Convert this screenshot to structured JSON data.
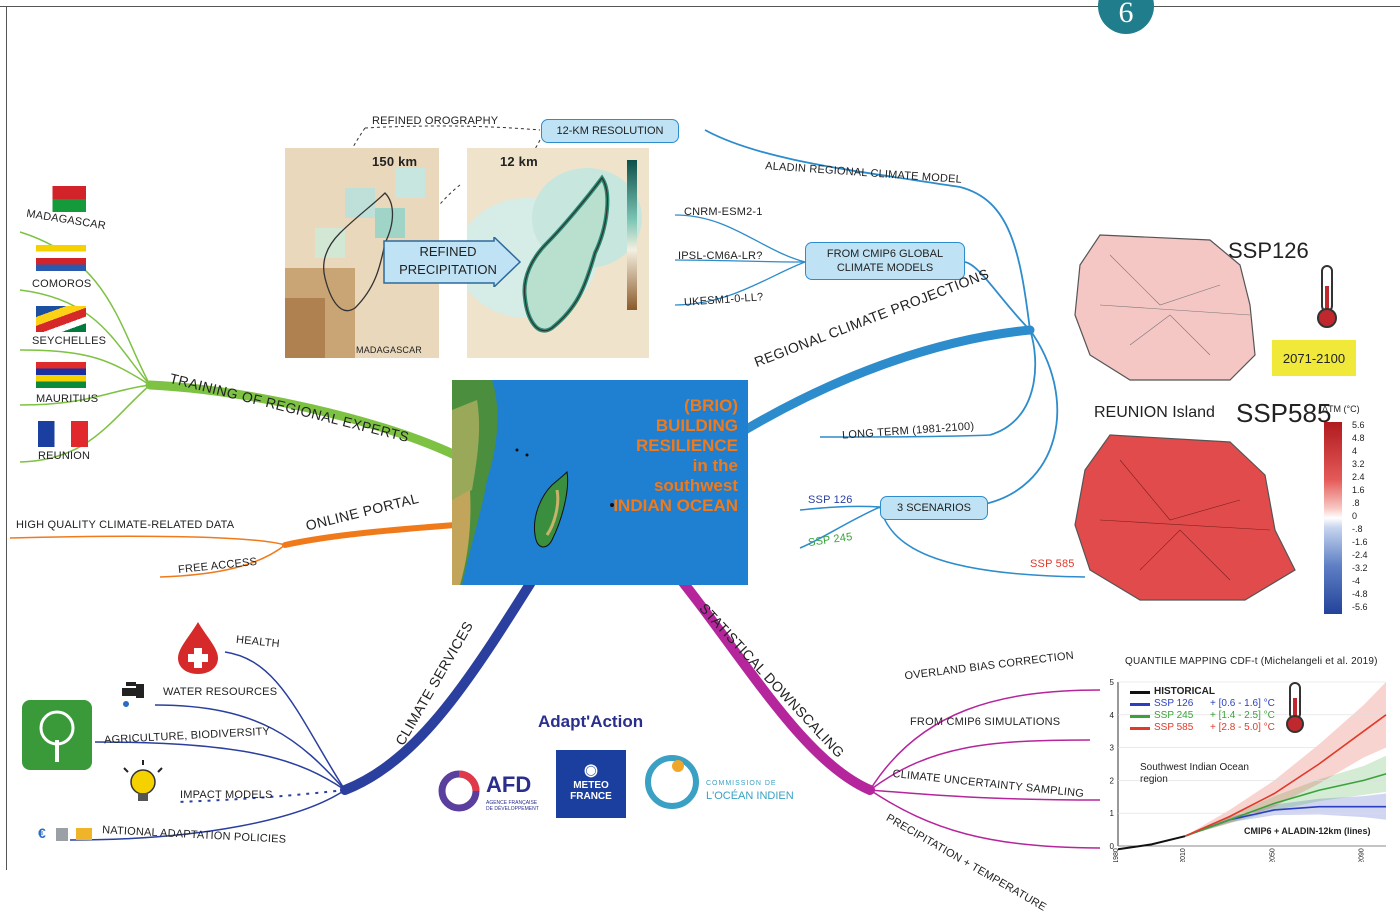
{
  "page_number": "6",
  "center": {
    "lines": [
      "(BRIO)",
      "BUILDING",
      "RESILIENCE",
      "in the",
      "southwest",
      "INDIAN OCEAN"
    ]
  },
  "top": {
    "refined_orography": "REFINED OROGRAPHY",
    "resolution_node": "12-KM RESOLUTION",
    "km150": "150 km",
    "km12": "12 km",
    "refined_precip_line1": "REFINED",
    "refined_precip_line2": "PRECIPITATION",
    "madagascar_map_label": "MADAGASCAR"
  },
  "right_top": {
    "aladin": "ALADIN REGIONAL CLIMATE MODEL",
    "gcm_node_line1": "FROM CMIP6 GLOBAL",
    "gcm_node_line2": "CLIMATE MODELS",
    "gcms": [
      "CNRM-ESM2-1",
      "IPSL-CM6A-LR?",
      "UKESM1-0-LL?"
    ],
    "projections": "REGIONAL CLIMATE PROJECTIONS",
    "long_term": "LONG TERM (1981-2100)",
    "scenarios_node": "3 SCENARIOS",
    "ssp126": "SSP 126",
    "ssp245": "SSP 245",
    "ssp585": "SSP 585"
  },
  "reunion": {
    "ssp126_title": "SSP126",
    "ssp585_title": "SSP585",
    "period": "2071-2100",
    "island_label": "REUNION Island",
    "legend_title": "ΔTM (°C)",
    "legend_ticks": [
      "5.6",
      "4.8",
      "4",
      "3.2",
      "2.4",
      "1.6",
      ".8",
      "0",
      "-.8",
      "-1.6",
      "-2.4",
      "-3.2",
      "-4",
      "-4.8",
      "-5.6"
    ]
  },
  "left": {
    "countries": [
      "MADAGASCAR",
      "COMOROS",
      "SEYCHELLES",
      "MAURITIUS",
      "REUNION"
    ],
    "training": "TRAINING OF REGIONAL EXPERTS",
    "online_portal": "ONLINE PORTAL",
    "portal_items": [
      "HIGH QUALITY CLIMATE-RELATED DATA",
      "FREE ACCESS"
    ]
  },
  "services": {
    "title": "CLIMATE SERVICES",
    "items": [
      "HEALTH",
      "WATER RESOURCES",
      "AGRICULTURE, BIODIVERSITY",
      "IMPACT MODELS",
      "NATIONAL ADAPTATION POLICIES"
    ]
  },
  "downscaling": {
    "title": "STATISTICAL DOWNSCALING",
    "items": [
      "OVERLAND BIAS CORRECTION",
      "FROM CMIP6 SIMULATIONS",
      "CLIMATE UNCERTAINTY SAMPLING",
      "PRECIPITATION + TEMPERATURE"
    ],
    "quantile": "QUANTILE MAPPING CDF-t (Michelangeli et al. 2019)"
  },
  "logos": {
    "adaptaction": "Adapt'Action",
    "afd": "AFD",
    "afd_sub1": "AGENCE FRANÇAISE",
    "afd_sub2": "DE DÉVELOPPEMENT",
    "meteo1": "METEO",
    "meteo2": "FRANCE",
    "coi1": "COMMISSION DE",
    "coi2": "L'OCÉAN INDIEN"
  },
  "chart_data": {
    "type": "line",
    "region_label_line1": "Southwest Indian Ocean",
    "region_label_line2": "region",
    "footer": "CMIP6 + ALADIN-12km (lines)",
    "x_ticks": [
      "1980",
      "2010",
      "2050",
      "2090"
    ],
    "y_ticks": [
      "0",
      "1",
      "2",
      "3",
      "4",
      "5"
    ],
    "ylim": [
      0,
      5
    ],
    "xlim": [
      1980,
      2100
    ],
    "colors": {
      "historical": "#111111",
      "ssp126": "#2b3fbf",
      "ssp245": "#3aa23a",
      "ssp585": "#e03a2a"
    },
    "series": [
      {
        "name": "HISTORICAL",
        "range": "",
        "x": [
          1980,
          1995,
          2010
        ],
        "values": [
          -0.1,
          0.05,
          0.3
        ]
      },
      {
        "name": "SSP 126",
        "range": "+ [0.6 - 1.6] °C",
        "x": [
          2010,
          2030,
          2050,
          2070,
          2090,
          2100
        ],
        "values": [
          0.3,
          0.8,
          1.1,
          1.2,
          1.2,
          1.2
        ]
      },
      {
        "name": "SSP 245",
        "range": "+ [1.4 - 2.5] °C",
        "x": [
          2010,
          2030,
          2050,
          2070,
          2090,
          2100
        ],
        "values": [
          0.3,
          0.8,
          1.3,
          1.7,
          2.0,
          2.2
        ]
      },
      {
        "name": "SSP 585",
        "range": "+ [2.8 - 5.0] °C",
        "x": [
          2010,
          2030,
          2050,
          2070,
          2090,
          2100
        ],
        "values": [
          0.3,
          0.9,
          1.6,
          2.5,
          3.5,
          4.0
        ]
      }
    ]
  }
}
